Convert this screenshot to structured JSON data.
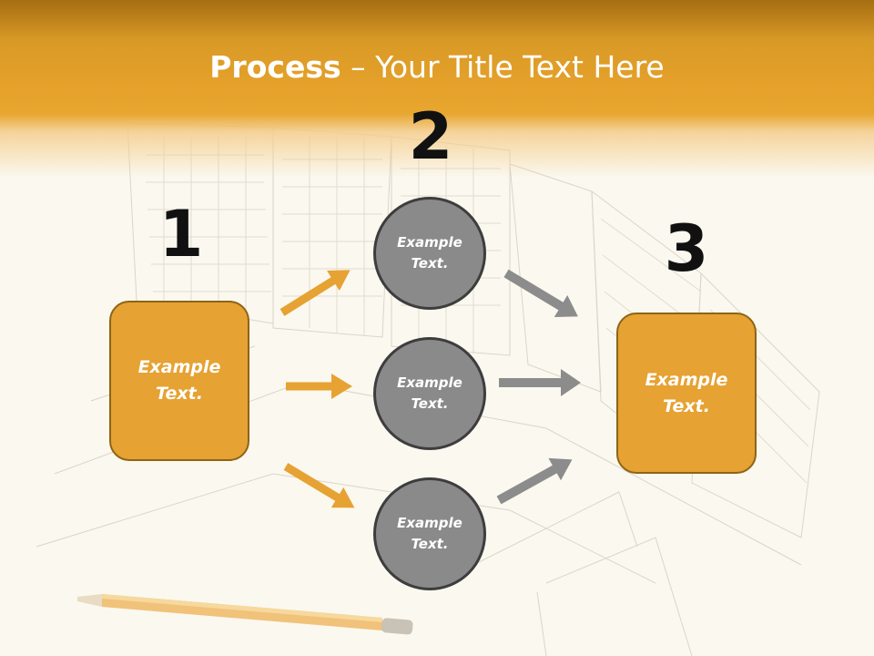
{
  "title": {
    "bold": "Process",
    "rest": " – Your Title Text Here"
  },
  "steps": [
    {
      "number": "1",
      "text": "Example\nText."
    },
    {
      "number": "2",
      "items": [
        "Example\nText.",
        "Example\nText.",
        "Example\nText."
      ]
    },
    {
      "number": "3",
      "text": "Example\nText."
    }
  ],
  "colors": {
    "accent": "#e6a232",
    "accent_border": "#8e6416",
    "circle_fill": "#8a8a8a",
    "circle_border": "#3d3d3d",
    "arrow_orange": "#e6a232",
    "arrow_gray": "#8c8c8c"
  }
}
